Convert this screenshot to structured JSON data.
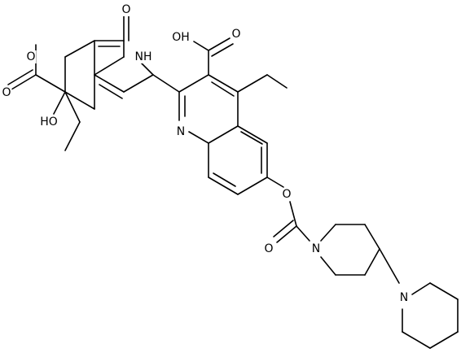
{
  "molecule": {
    "atoms": {
      "O_ring": "O",
      "NH": "NH",
      "O_top": "O",
      "O_lactone": "O",
      "HO": "HO",
      "O_acid_top": "O",
      "OH_acid": "OH",
      "N_quin": "N",
      "O_ester": "O",
      "O_carbonyl": "O",
      "N_pip1": "N",
      "N_pip2": "N"
    },
    "colors": {
      "bond": "#000000",
      "background": "#ffffff"
    }
  }
}
